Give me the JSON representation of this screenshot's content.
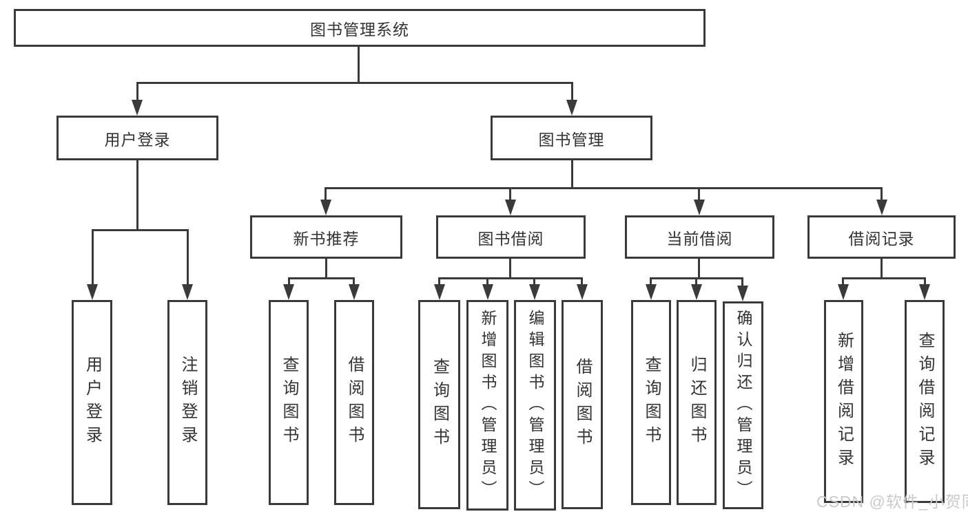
{
  "diagram": {
    "root": {
      "label": "图书管理系统"
    },
    "login": {
      "label": "用户登录",
      "children": [
        {
          "label": "用户登录"
        },
        {
          "label": "注销登录"
        }
      ]
    },
    "mgmt": {
      "label": "图书管理",
      "children": [
        {
          "label": "新书推荐",
          "children": [
            {
              "label": "查询图书"
            },
            {
              "label": "借阅图书"
            }
          ]
        },
        {
          "label": "图书借阅",
          "children": [
            {
              "label": "查询图书"
            },
            {
              "label": "新增图书（管理员）"
            },
            {
              "label": "编辑图书（管理员）"
            },
            {
              "label": "借阅图书"
            }
          ]
        },
        {
          "label": "当前借阅",
          "children": [
            {
              "label": "查询图书"
            },
            {
              "label": "归还图书"
            },
            {
              "label": "确认归还（管理员）"
            }
          ]
        },
        {
          "label": "借阅记录",
          "children": [
            {
              "label": "新增借阅记录"
            },
            {
              "label": "查询借阅记录"
            }
          ]
        }
      ]
    }
  },
  "watermark": {
    "text": "CSDN @软件_小贺同学",
    "color": "#c9c9c9"
  },
  "colors": {
    "line": "#3a3a3a",
    "text": "#333333",
    "background": "#ffffff"
  }
}
